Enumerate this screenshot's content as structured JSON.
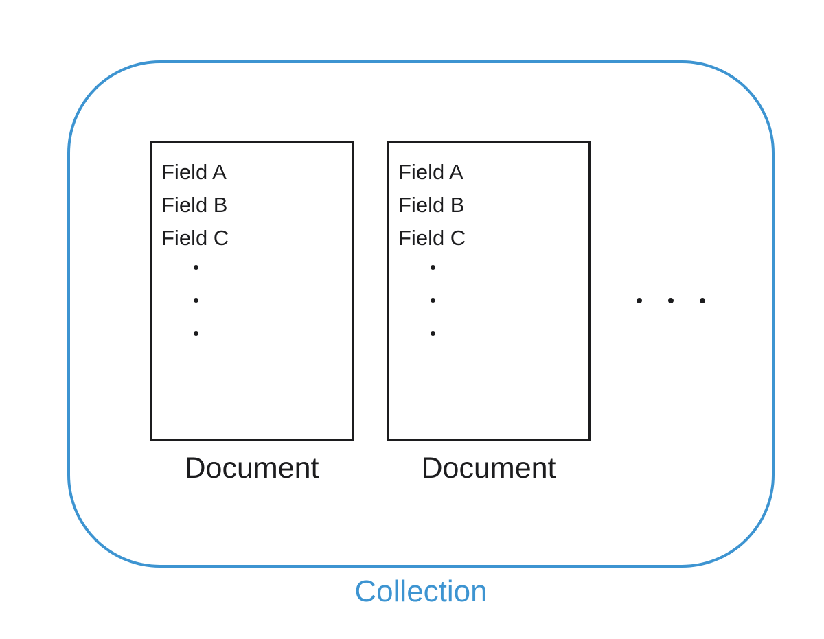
{
  "colors": {
    "accent": "#3d94d1",
    "ink": "#1c1c1e",
    "background": "#ffffff"
  },
  "collection": {
    "label": "Collection"
  },
  "documents": [
    {
      "label": "Document",
      "fields": [
        "Field A",
        "Field B",
        "Field C"
      ],
      "more_fields_indicator": "vertical-ellipsis-3-dots"
    },
    {
      "label": "Document",
      "fields": [
        "Field A",
        "Field B",
        "Field C"
      ],
      "more_fields_indicator": "vertical-ellipsis-3-dots"
    }
  ],
  "more_documents_indicator": "horizontal-ellipsis-3-dots"
}
